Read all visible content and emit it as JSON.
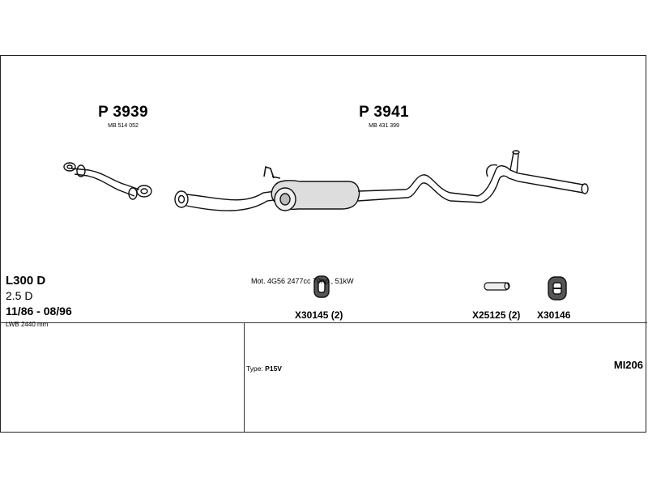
{
  "parts": [
    {
      "id": "front-pipe",
      "number": "P 3939",
      "ref": "MB 514 052"
    },
    {
      "id": "rear-section",
      "number": "P 3941",
      "ref": "MB 431 399"
    }
  ],
  "accessories": [
    {
      "id": "x30145",
      "label": "X30145 (2)"
    },
    {
      "id": "x25125",
      "label": "X25125 (2)"
    },
    {
      "id": "x30146",
      "label": "X30146"
    }
  ],
  "vehicle": {
    "model": "L300 D",
    "engine": "2.5 D",
    "years": "11/86 - 08/96",
    "wheelbase": "LWB 2440 mm"
  },
  "motor": "Mot. 4G56 2477cc 70hp , 51kW",
  "type": {
    "label": "Type:",
    "value": "P15V"
  },
  "code": "MI206"
}
